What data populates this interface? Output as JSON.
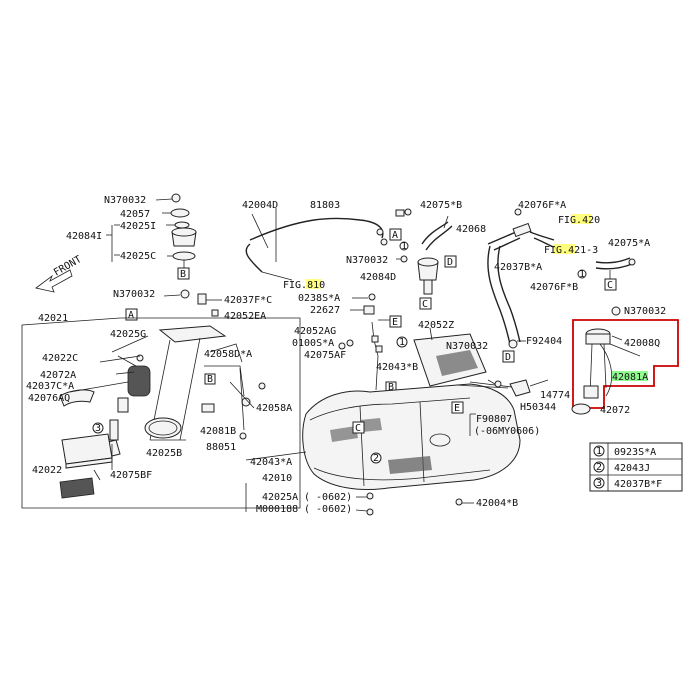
{
  "front_label": "FRONT",
  "highlight": {
    "red": "#cc0000",
    "yellow": "#ffff66",
    "green": "#7cfc7c"
  },
  "parts": {
    "n370032_top": "N370032",
    "p42057": "42057",
    "p42025i": "42025I",
    "p42084i": "42084I",
    "p42025c": "42025C",
    "p42004d": "42004D",
    "p81803": "81803",
    "p42075b_top": "42075*B",
    "p42076fa": "42076F*A",
    "p42068": "42068",
    "fig420": "FIG.420",
    "fig421_3": "FIG.421-3",
    "p42075a": "42075*A",
    "p42037ba": "42037B*A",
    "n370032_mid": "N370032",
    "p42084d": "42084D",
    "fig810": "FIG.810",
    "p42076fb": "42076F*B",
    "n370032_left": "N370032",
    "p42037fc": "42037F*C",
    "p42052ea": "42052EA",
    "p0238sa": "0238S*A",
    "p22627": "22627",
    "n370032_right": "N370032",
    "p42021": "42021",
    "p42025g": "42025G",
    "p42022c": "42022C",
    "p42072a": "42072A",
    "p42037ca": "42037C*A",
    "p42076aq": "42076AQ",
    "p42022": "42022",
    "p42075bf": "42075BF",
    "p42058da": "42058D*A",
    "p42058a": "42058A",
    "p42081b": "42081B",
    "p88051": "88051",
    "p42025b": "42025B",
    "p42052ag": "42052AG",
    "p0100sa": "0100S*A",
    "p42075af": "42075AF",
    "p42052z": "42052Z",
    "n370032_tank": "N370032",
    "p42043b": "42043*B",
    "f92404": "F92404",
    "p42008q": "42008Q",
    "p42081a": "42081A",
    "p14774": "14774",
    "h50344": "H50344",
    "p42072": "42072",
    "f90807": "F90807",
    "f90807_note": "(-06MY0606)",
    "p42043a": "42043*A",
    "p42010": "42010",
    "p42025a": "42025A",
    "p42025a_note": "( -0602)",
    "m000188": "M000188",
    "m000188_note": "( -0602)",
    "p42004b": "42004*B"
  },
  "callouts": [
    "A",
    "B",
    "C",
    "D",
    "E"
  ],
  "circled": [
    "1",
    "2",
    "3"
  ],
  "legend": [
    {
      "num": "1",
      "label": "0923S*A"
    },
    {
      "num": "2",
      "label": "42043J"
    },
    {
      "num": "3",
      "label": "42037B*F"
    }
  ]
}
